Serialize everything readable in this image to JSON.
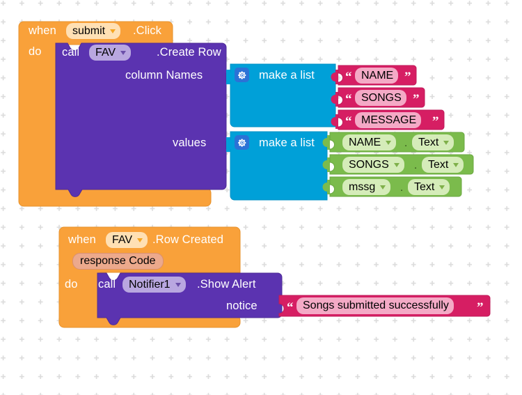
{
  "app": {
    "name": "MIT App Inventor Blocks Editor",
    "canvas_background": "#ffffff",
    "grid_mark": "plus",
    "grid_color": "#dcdcdc"
  },
  "palette": {
    "event_orange": "#f9a13a",
    "event_orange_dark": "#e8902b",
    "method_purple": "#5b33b0",
    "method_purple_light": "#b9a7e0",
    "list_blue": "#00a0d8",
    "getter_green": "#7bbb4c",
    "getter_green_light": "#d5ecb9",
    "text_crimson": "#d61e63",
    "text_crimson_light": "#f4aac6",
    "param_chip": "#eca98c",
    "gear_blue": "#2b72d6"
  },
  "blocks": {
    "group1": {
      "event": {
        "when_label": "when",
        "component": "submit",
        "event_name": ".Click",
        "do_label": "do"
      },
      "call": {
        "call_label": "call",
        "component": "FAV",
        "method_name": ".Create Row",
        "sockets": [
          {
            "label": "column Names"
          },
          {
            "label": "values"
          }
        ]
      },
      "make_a_list_1": {
        "label": "make a list",
        "gear_icon": "gear-icon",
        "items": [
          {
            "type": "text",
            "value": "NAME"
          },
          {
            "type": "text",
            "value": "SONGS"
          },
          {
            "type": "text",
            "value": "MESSAGE"
          }
        ]
      },
      "make_a_list_2": {
        "label": "make a list",
        "gear_icon": "gear-icon",
        "items": [
          {
            "type": "getter",
            "component": "NAME",
            "dot": ".",
            "property": "Text"
          },
          {
            "type": "getter",
            "component": "SONGS",
            "dot": ".",
            "property": "Text"
          },
          {
            "type": "getter",
            "component": "mssg",
            "dot": ".",
            "property": "Text"
          }
        ]
      }
    },
    "group2": {
      "event": {
        "when_label": "when",
        "component": "FAV",
        "event_name": ".Row Created",
        "parameter": "response Code",
        "do_label": "do"
      },
      "call": {
        "call_label": "call",
        "component": "Notifier1",
        "method_name": ".Show Alert",
        "socket_label": "notice"
      },
      "notice_text": {
        "type": "text",
        "value": "Songs submitted successfully",
        "open_quote": "“",
        "close_quote": "”"
      }
    }
  }
}
